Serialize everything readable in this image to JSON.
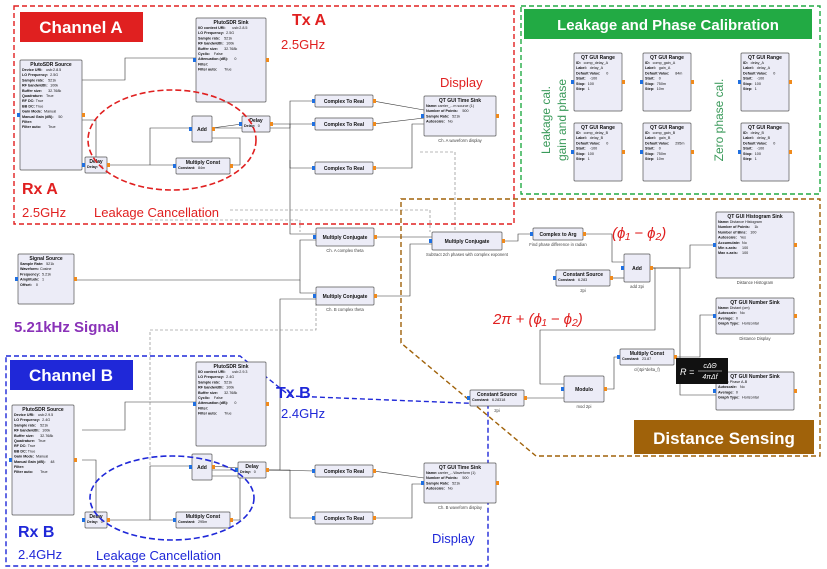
{
  "regions": {
    "channel_a": {
      "title": "Channel A",
      "color": "#e02020",
      "fill": "#e02020"
    },
    "calibration": {
      "title": "Leakage and Phase Calibration",
      "color": "#22aa44"
    },
    "channel_b": {
      "title": "Channel B",
      "color": "#1f28d8"
    },
    "distance": {
      "title": "Distance Sensing",
      "color": "#a0620a"
    }
  },
  "labels": {
    "tx_a": "Tx A",
    "tx_a_freq": "2.5GHz",
    "rx_a": "Rx A",
    "rx_a_freq": "2.5GHz",
    "leak_a": "Leakage Cancellation",
    "display_a": "Display",
    "tx_b": "Tx B",
    "tx_b_freq": "2.4GHz",
    "rx_b": "Rx B",
    "rx_b_freq": "2.4GHz",
    "leak_b": "Leakage Cancellation",
    "display_b": "Display",
    "signal": "5.21kHz Signal",
    "cal_leak_1": "Leakage cal.",
    "cal_leak_2": "gain and phase",
    "cal_zero": "Zero phase cal.",
    "phase_diff": "(ϕ₁ − ϕ₂)",
    "phase_2pi": "2π + (ϕ₁ − ϕ₂)",
    "eq_lhs": "R =",
    "eq_num": "cΔΘ",
    "eq_den": "4πΔf"
  },
  "colors": {
    "red": "#e02020",
    "blue": "#1f28d8",
    "green": "#3a9a5a",
    "purple": "#8a32b8",
    "brown": "#a0620a",
    "eq_bg": "#111111",
    "port_in": "#1f6fe0",
    "port_out": "#f08a1c"
  },
  "blocks": [
    {
      "id": "pluto_src_a",
      "title": "PlutoSDR Source",
      "rows": [
        [
          "Device URI:",
          "usb:2.8.5"
        ],
        [
          "LO Frequency:",
          "2.5G"
        ],
        [
          "Sample rate:",
          "521k"
        ],
        [
          "RF bandwidth:",
          "100k"
        ],
        [
          "Buffer size:",
          "32.768k"
        ],
        [
          "Quadrature:",
          "True"
        ],
        [
          "RF DC:",
          "True"
        ],
        [
          "BB DC:",
          "True"
        ],
        [
          "Gain Mode:",
          "Manual"
        ],
        [
          "Manual Gain (dB):",
          "50"
        ],
        [
          "Filter:",
          ""
        ],
        [
          "Filter auto:",
          "True"
        ]
      ]
    },
    {
      "id": "pluto_sink_a",
      "title": "PlutoSDR Sink",
      "rows": [
        [
          "IIO context URI:",
          "usb:2.8.5"
        ],
        [
          "LO Frequency:",
          "2.5G"
        ],
        [
          "Sample rate:",
          "521k"
        ],
        [
          "RF bandwidth:",
          "100k"
        ],
        [
          "Buffer size:",
          "32.768k"
        ],
        [
          "Cyclic:",
          "False"
        ],
        [
          "Attenuation (dB):",
          "0"
        ],
        [
          "Filter:",
          ""
        ],
        [
          "Filter auto:",
          "True"
        ]
      ]
    },
    {
      "id": "add_a",
      "title": "Add",
      "rows": []
    },
    {
      "id": "delay_a1",
      "title": "Delay",
      "rows": [
        [
          "Delay:",
          "0"
        ]
      ]
    },
    {
      "id": "delay_a2",
      "title": "Delay",
      "rows": [
        [
          "Delay:",
          "0"
        ]
      ]
    },
    {
      "id": "mconst_a",
      "title": "Multiply Const",
      "rows": [
        [
          "Constant:",
          "84m"
        ]
      ]
    },
    {
      "id": "c2r_a1",
      "title": "Complex To Real",
      "rows": []
    },
    {
      "id": "c2r_a2",
      "title": "Complex To Real",
      "rows": []
    },
    {
      "id": "c2r_a3",
      "title": "Complex To Real",
      "rows": []
    },
    {
      "id": "tsink_a",
      "title": "QT GUI Time Sink",
      "rows": [
        [
          "Name:",
          "carrier_...m source (1)"
        ],
        [
          "Number of Points:",
          "500"
        ],
        [
          "Sample Rate:",
          "521k"
        ],
        [
          "Autoscale:",
          "No"
        ]
      ],
      "caption": "Ch. A waveform display"
    },
    {
      "id": "qr1",
      "title": "QT GUI Range",
      "rows": [
        [
          "ID:",
          "comp_delay_A"
        ],
        [
          "Label:",
          "delay_A"
        ],
        [
          "Default Value:",
          "0"
        ],
        [
          "Start:",
          "-100"
        ],
        [
          "Stop:",
          "100"
        ],
        [
          "Step:",
          "1"
        ]
      ]
    },
    {
      "id": "qr2",
      "title": "QT GUI Range",
      "rows": [
        [
          "ID:",
          "comp_gain_A"
        ],
        [
          "Label:",
          "gain_A"
        ],
        [
          "Default Value:",
          "84m"
        ],
        [
          "Start:",
          "0"
        ],
        [
          "Stop:",
          "750m"
        ],
        [
          "Step:",
          "10m"
        ]
      ]
    },
    {
      "id": "qr3",
      "title": "QT GUI Range",
      "rows": [
        [
          "ID:",
          "comp_delay_B"
        ],
        [
          "Label:",
          "delay_B"
        ],
        [
          "Default Value:",
          "0"
        ],
        [
          "Start:",
          "-100"
        ],
        [
          "Stop:",
          "100"
        ],
        [
          "Step:",
          "1"
        ]
      ]
    },
    {
      "id": "qr4",
      "title": "QT GUI Range",
      "rows": [
        [
          "ID:",
          "comp_gain_B"
        ],
        [
          "Label:",
          "gain_B"
        ],
        [
          "Default Value:",
          "295m"
        ],
        [
          "Start:",
          "0"
        ],
        [
          "Stop:",
          "750m"
        ],
        [
          "Step:",
          "10m"
        ]
      ]
    },
    {
      "id": "qr5",
      "title": "QT GUI Range",
      "rows": [
        [
          "ID:",
          "delay_A"
        ],
        [
          "Label:",
          "delay_A"
        ],
        [
          "Default Value:",
          "0"
        ],
        [
          "Start:",
          "-100"
        ],
        [
          "Stop:",
          "100"
        ],
        [
          "Step:",
          "1"
        ]
      ]
    },
    {
      "id": "qr6",
      "title": "QT GUI Range",
      "rows": [
        [
          "ID:",
          "delay_B"
        ],
        [
          "Label:",
          "delay_B"
        ],
        [
          "Default Value:",
          "0"
        ],
        [
          "Start:",
          "-100"
        ],
        [
          "Stop:",
          "100"
        ],
        [
          "Step:",
          "1"
        ]
      ]
    },
    {
      "id": "sig_src",
      "title": "Signal Source",
      "rows": [
        [
          "Sample Rate:",
          "521k"
        ],
        [
          "Waveform:",
          "Cosine"
        ],
        [
          "Frequency:",
          "5.21k"
        ],
        [
          "Amplitude:",
          "1"
        ],
        [
          "Offset:",
          "0"
        ]
      ]
    },
    {
      "id": "mconj_a",
      "title": "Multiply Conjugate",
      "rows": [],
      "caption": "Ch. A complex theta"
    },
    {
      "id": "mconj_b",
      "title": "Multiply Conjugate",
      "rows": [],
      "caption": "Ch. B complex theta"
    },
    {
      "id": "mconj_c",
      "title": "Multiply Conjugate",
      "rows": [],
      "caption": "Subtract 2ch phases with complex exponent"
    },
    {
      "id": "c2arg",
      "title": "Complex to Arg",
      "rows": [],
      "caption": "Find phase difference in radian"
    },
    {
      "id": "cs1",
      "title": "Constant Source",
      "rows": [
        [
          "Constant:",
          "6.283"
        ]
      ],
      "caption": "2pi"
    },
    {
      "id": "add2pi",
      "title": "Add",
      "rows": [],
      "caption": "add 2pi"
    },
    {
      "id": "hsink",
      "title": "QT GUI Histogram Sink",
      "rows": [
        [
          "Name:",
          "Distance Histogram"
        ],
        [
          "Number of Points:",
          "1k"
        ],
        [
          "Number of Bins:",
          "100"
        ],
        [
          "Autoscale:",
          "Yes"
        ],
        [
          "Accumulate:",
          "No"
        ],
        [
          "Min x-axis:",
          "100"
        ],
        [
          "Max x-axis:",
          "100"
        ]
      ],
      "caption": "Distance Histogram"
    },
    {
      "id": "nsink1",
      "title": "QT GUI Number Sink",
      "rows": [
        [
          "Name:",
          "Distant (cm)"
        ],
        [
          "Autoscale:",
          "No"
        ],
        [
          "Average:",
          "0"
        ],
        [
          "Graph Type:",
          "Horizontal"
        ]
      ],
      "caption": "Distance Display"
    },
    {
      "id": "nsink2",
      "title": "QT GUI Number Sink",
      "rows": [
        [
          "Name:",
          "Phase A-B"
        ],
        [
          "Autoscale:",
          "No"
        ],
        [
          "Average:",
          "0"
        ],
        [
          "Graph Type:",
          "Horizontal"
        ]
      ]
    },
    {
      "id": "mconst_d",
      "title": "Multiply Const",
      "rows": [
        [
          "Constant:",
          "23.87"
        ]
      ],
      "caption": "c/(4pi*delta_f)"
    },
    {
      "id": "modulo",
      "title": "Modulo",
      "rows": [],
      "caption": "mod 2pi"
    },
    {
      "id": "cs2",
      "title": "Constant Source",
      "rows": [
        [
          "Constant:",
          "6.28318"
        ]
      ],
      "caption": "2pi"
    },
    {
      "id": "pluto_sink_b",
      "title": "PlutoSDR Sink",
      "rows": [
        [
          "IIO context URI:",
          "usb:2.9.3"
        ],
        [
          "LO Frequency:",
          "2.4G"
        ],
        [
          "Sample rate:",
          "521k"
        ],
        [
          "RF bandwidth:",
          "100k"
        ],
        [
          "Buffer size:",
          "32.768k"
        ],
        [
          "Cyclic:",
          "False"
        ],
        [
          "Attenuation (dB):",
          "0"
        ],
        [
          "Filter:",
          ""
        ],
        [
          "Filter auto:",
          "True"
        ]
      ]
    },
    {
      "id": "pluto_src_b",
      "title": "PlutoSDR Source",
      "rows": [
        [
          "Device URI:",
          "usb:2.9.5"
        ],
        [
          "LO Frequency:",
          "2.4G"
        ],
        [
          "Sample rate:",
          "521k"
        ],
        [
          "RF bandwidth:",
          "100k"
        ],
        [
          "Buffer size:",
          "32.768k"
        ],
        [
          "Quadrature:",
          "True"
        ],
        [
          "RF DC:",
          "True"
        ],
        [
          "BB DC:",
          "True"
        ],
        [
          "Gain Mode:",
          "Manual"
        ],
        [
          "Manual Gain (dB):",
          "48"
        ],
        [
          "Filter:",
          ""
        ],
        [
          "Filter auto:",
          "True"
        ]
      ]
    },
    {
      "id": "add_b",
      "title": "Add",
      "rows": []
    },
    {
      "id": "delay_b1",
      "title": "Delay",
      "rows": [
        [
          "Delay:",
          "0"
        ]
      ]
    },
    {
      "id": "delay_b2",
      "title": "Delay",
      "rows": [
        [
          "Delay:",
          "0"
        ]
      ]
    },
    {
      "id": "mconst_b",
      "title": "Multiply Const",
      "rows": [
        [
          "Constant:",
          "295m"
        ]
      ]
    },
    {
      "id": "c2r_b1",
      "title": "Complex To Real",
      "rows": []
    },
    {
      "id": "c2r_b2",
      "title": "Complex To Real",
      "rows": []
    },
    {
      "id": "tsink_b",
      "title": "QT GUI Time Sink",
      "rows": [
        [
          "Name:",
          "carrier_...Waveform (1)"
        ],
        [
          "Number of Points:",
          "500"
        ],
        [
          "Sample Rate:",
          "521k"
        ],
        [
          "Autoscale:",
          "No"
        ]
      ],
      "caption": "Ch. B waveform display"
    }
  ]
}
